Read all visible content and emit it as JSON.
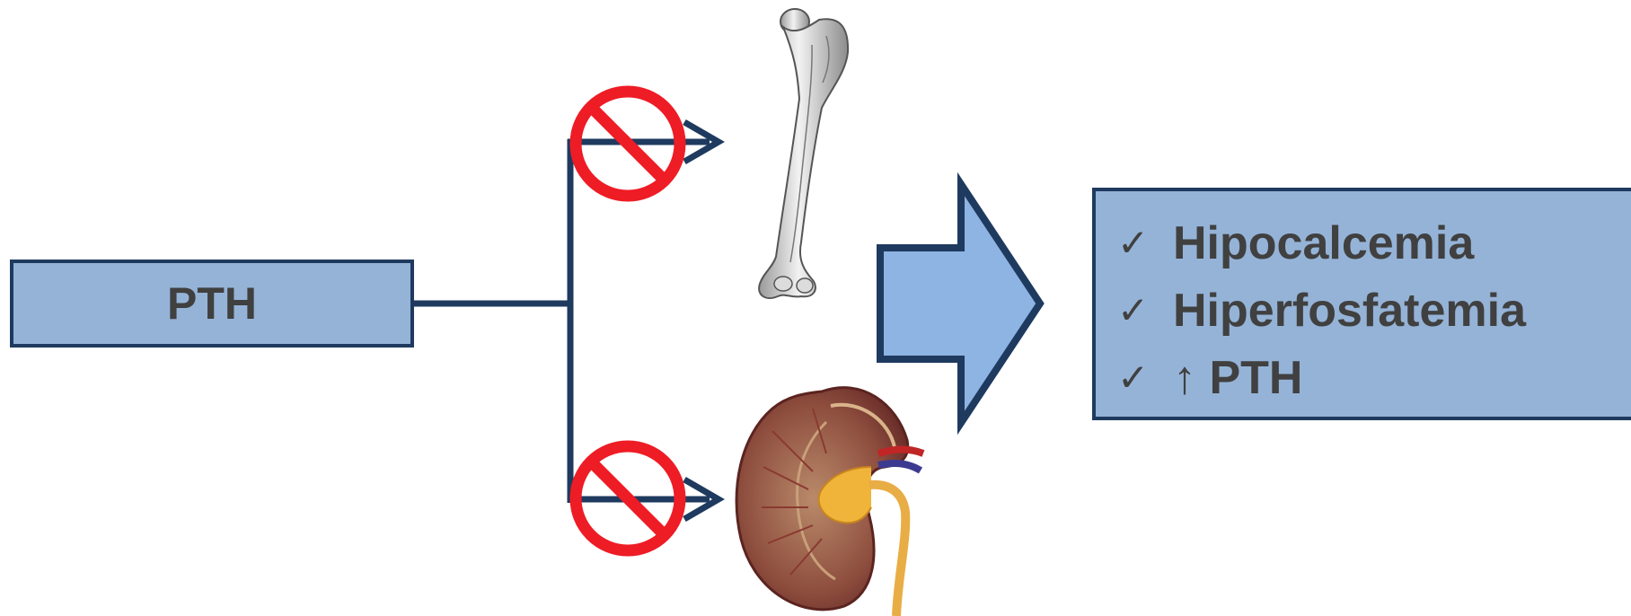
{
  "source": {
    "label": "PTH"
  },
  "targets": [
    {
      "icon": "femur-bone-icon",
      "blocked": true
    },
    {
      "icon": "kidney-icon",
      "blocked": true
    }
  ],
  "result": {
    "items": [
      {
        "check": "✓",
        "text": "Hipocalcemia"
      },
      {
        "check": "✓",
        "text": "Hiperfosfatemia"
      },
      {
        "check": "✓",
        "text": "↑ PTH"
      }
    ]
  },
  "colors": {
    "box_fill": "#95b3d7",
    "box_border": "#1f3a5f",
    "connector": "#1f3a5f",
    "big_arrow_fill": "#8db4e2",
    "prohibit_red": "#ee1c25",
    "text": "#404040"
  }
}
